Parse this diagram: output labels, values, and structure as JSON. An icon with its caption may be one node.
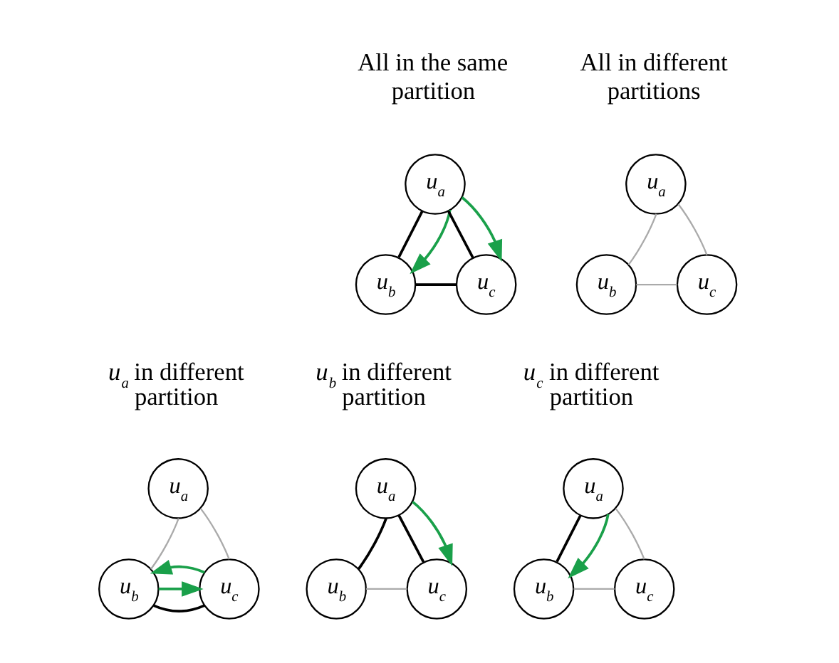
{
  "diagram": {
    "nodes": [
      {
        "text": [
          "u$_{a}$"
        ]
      },
      {
        "text": [
          "u$_{b}$"
        ]
      },
      {
        "text": [
          "u$_{c}$"
        ]
      },
      {
        "text": [
          "u$_{a}$"
        ]
      },
      {
        "text": [
          "u$_{b}$"
        ]
      },
      {
        "text": [
          "u$_{c}$"
        ]
      },
      {
        "text": [
          "u$_{a}$"
        ]
      },
      {
        "text": [
          "u$_{b}$"
        ]
      },
      {
        "text": [
          "u$_{c}$"
        ]
      },
      {
        "text": [
          "u$_{a}$"
        ]
      },
      {
        "text": [
          "u$_{b}$"
        ]
      },
      {
        "text": [
          "u$_{c}$"
        ]
      },
      {
        "text": [
          "u$_{a}$"
        ]
      },
      {
        "text": [
          "u$_{b}$"
        ]
      },
      {
        "text": [
          "u$_{c}$"
        ]
      }
    ],
    "edges": [
      {
        "from": 0,
        "to": 1,
        "arrow": "none",
        "color": "#000000"
      },
      {
        "from": 0,
        "to": 2,
        "arrow": "none",
        "color": "#000000"
      },
      {
        "from": 1,
        "to": 2,
        "arrow": "none",
        "color": "#000000"
      },
      {
        "from": 0,
        "to": 1,
        "arrow": "to",
        "color": "#1aa04a"
      },
      {
        "from": 0,
        "to": 2,
        "arrow": "to",
        "color": "#1aa04a"
      },
      {
        "from": 3,
        "to": 4,
        "arrow": "none"
      },
      {
        "from": 3,
        "to": 5,
        "arrow": "none"
      },
      {
        "from": 4,
        "to": 5,
        "arrow": "none"
      },
      {
        "from": 6,
        "to": 7,
        "arrow": "none"
      },
      {
        "from": 6,
        "to": 8,
        "arrow": "none"
      },
      {
        "from": 7,
        "to": 8,
        "arrow": "none",
        "color": "#000000"
      },
      {
        "from": 7,
        "to": 8,
        "arrow": "to",
        "color": "#1aa04a"
      },
      {
        "from": 8,
        "to": 7,
        "arrow": "to",
        "color": "#1aa04a"
      },
      {
        "from": 9,
        "to": 10,
        "arrow": "none",
        "color": "#000000"
      },
      {
        "from": 9,
        "to": 11,
        "arrow": "none",
        "color": "#000000"
      },
      {
        "from": 10,
        "to": 11,
        "arrow": "none"
      },
      {
        "from": 9,
        "to": 11,
        "arrow": "to",
        "color": "#1aa04a"
      },
      {
        "from": 12,
        "to": 13,
        "arrow": "none",
        "color": "#000000"
      },
      {
        "from": 12,
        "to": 14,
        "arrow": "none"
      },
      {
        "from": 13,
        "to": 14,
        "arrow": "none"
      },
      {
        "from": 12,
        "to": 13,
        "arrow": "to",
        "color": "#1aa04a"
      }
    ],
    "labels": [
      "All in the same partition",
      "All in different partitions",
      "u$_{a}$ in different partition",
      "u$_{b}$ in different partition",
      "u$_{c}$ in different partition"
    ]
  }
}
